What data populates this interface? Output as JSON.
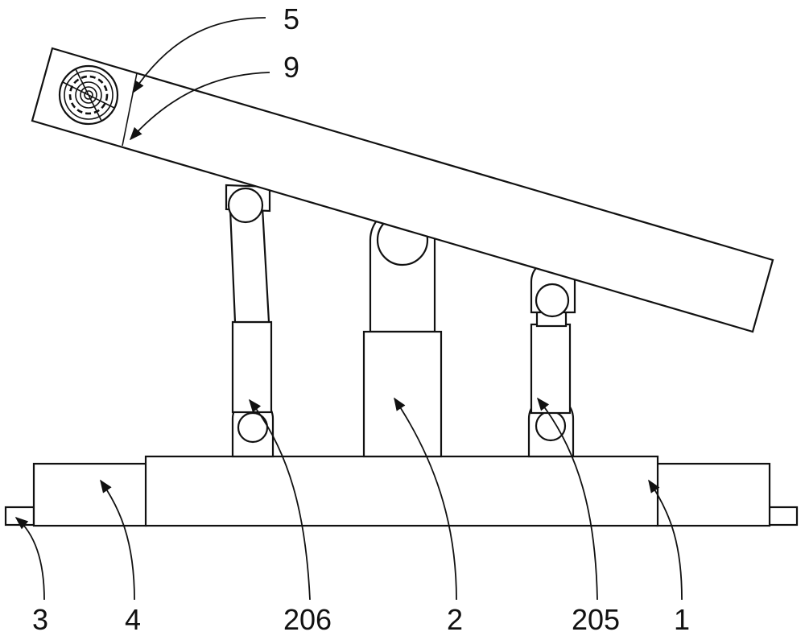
{
  "figure": {
    "line_color": "#111111",
    "background": "#ffffff",
    "labels": {
      "label_5": "5",
      "label_9": "9",
      "label_3": "3",
      "label_4": "4",
      "label_206": "206",
      "label_2": "2",
      "label_205": "205",
      "label_1": "1"
    }
  }
}
